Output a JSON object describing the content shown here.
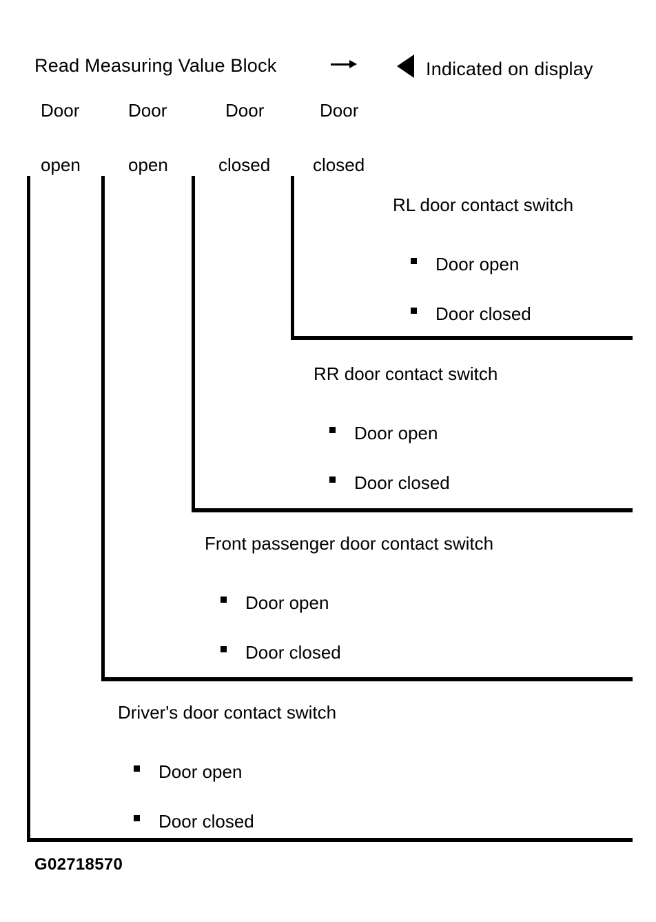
{
  "figure": {
    "code": "G02718570",
    "background_color": "#ffffff",
    "line_color": "#000000",
    "text_color": "#000000"
  },
  "header": {
    "title": "Read Measuring Value Block",
    "arrow_icon": "right-arrow-icon",
    "marker_icon": "left-triangle-icon",
    "indicated_label": "Indicated on display"
  },
  "columns": [
    {
      "word_top": "Door",
      "word_bottom": "open"
    },
    {
      "word_top": "Door",
      "word_bottom": "open"
    },
    {
      "word_top": "Door",
      "word_bottom": "closed"
    },
    {
      "word_top": "Door",
      "word_bottom": "closed"
    }
  ],
  "sections": [
    {
      "id": "rl-door",
      "title": "RL door contact switch",
      "items": [
        {
          "label": "Door open"
        },
        {
          "label": "Door closed"
        }
      ]
    },
    {
      "id": "rr-door",
      "title": "RR door contact switch",
      "items": [
        {
          "label": "Door open"
        },
        {
          "label": "Door closed"
        }
      ]
    },
    {
      "id": "front-passenger-door",
      "title": "Front passenger door contact switch",
      "items": [
        {
          "label": "Door open"
        },
        {
          "label": "Door closed"
        }
      ]
    },
    {
      "id": "drivers-door",
      "title": "Driver's door contact switch",
      "items": [
        {
          "label": "Door open"
        },
        {
          "label": "Door closed"
        }
      ]
    }
  ]
}
